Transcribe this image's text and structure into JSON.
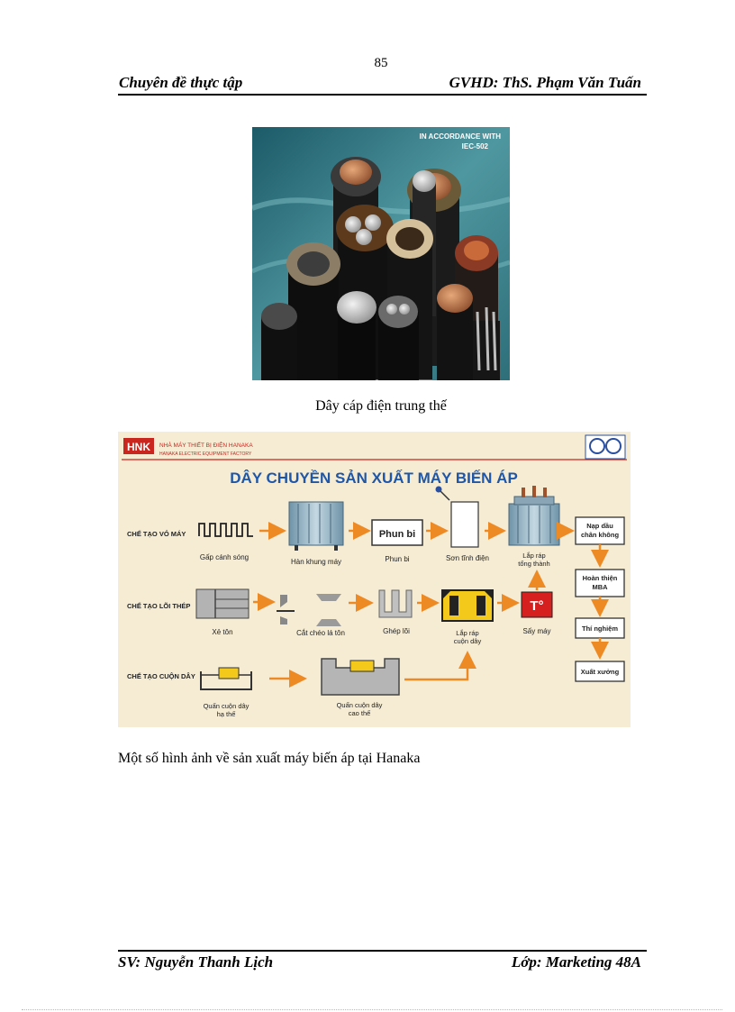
{
  "page_number": "85",
  "header": {
    "left": "Chuyên đề thực tập",
    "right": "GVHD: ThS. Phạm Văn Tuấn"
  },
  "photo": {
    "stamp_line1": "IN ACCORDANCE WITH",
    "stamp_line2": "IEC-502"
  },
  "caption_photo": "Dây cáp điện trung thế",
  "diagram": {
    "company_vn": "NHÀ MÁY THIẾT BỊ ĐIỆN HANAKA",
    "company_en": "HANAKA ELECTRIC EQUIPMENT FACTORY",
    "logo": "HNK",
    "title": "DÂY CHUYỀN SẢN XUẤT MÁY BIẾN ÁP",
    "rows": {
      "row1": "CHẾ TẠO VỎ MÁY",
      "row2": "CHẾ TẠO LÕI THÉP",
      "row3": "CHẾ TẠO CUỘN DÂY"
    },
    "steps": {
      "gap_canh_song": "Gấp cánh sóng",
      "han_khung_may": "Hàn khung máy",
      "phun_bi_box": "Phun bi",
      "phun_bi": "Phun bi",
      "son_tinh_dien": "Sơn tĩnh điện",
      "lap_rap_tong_thanh_1": "Lắp ráp",
      "lap_rap_tong_thanh_2": "tổng thành",
      "xe_ton": "Xẻ tôn",
      "cat_cheo_la_ton": "Cắt chéo lá tôn",
      "ghep_loi": "Ghép lõi",
      "lap_rap_cuon_day_1": "Lắp ráp",
      "lap_rap_cuon_day_2": "cuộn dây",
      "say_may": "Sấy máy",
      "say_icon": "T°",
      "quan_ha_the_1": "Quấn cuộn dây",
      "quan_ha_the_2": "hạ thế",
      "quan_cao_the_1": "Quấn cuộn dây",
      "quan_cao_the_2": "cao thế"
    },
    "right_column": {
      "nap_dau_1": "Nạp dầu",
      "nap_dau_2": "chân không",
      "hoan_thien_1": "Hoàn thiện",
      "hoan_thien_2": "MBA",
      "thi_nghiem": "Thí nghiệm",
      "xuat_xuong": "Xuất xưởng"
    },
    "colors": {
      "background": "#f6ecd4",
      "title": "#1f56a8",
      "arrow": "#ee8a24",
      "logo_red": "#c8261e",
      "say_red": "#d61f1f",
      "coil_yellow": "#f3c91c"
    }
  },
  "caption_diagram": "Một số hình ảnh về sản xuất máy biến áp tại Hanaka",
  "footer": {
    "left": "SV: Nguyễn Thanh Lịch",
    "right": "Lớp: Marketing 48A"
  }
}
